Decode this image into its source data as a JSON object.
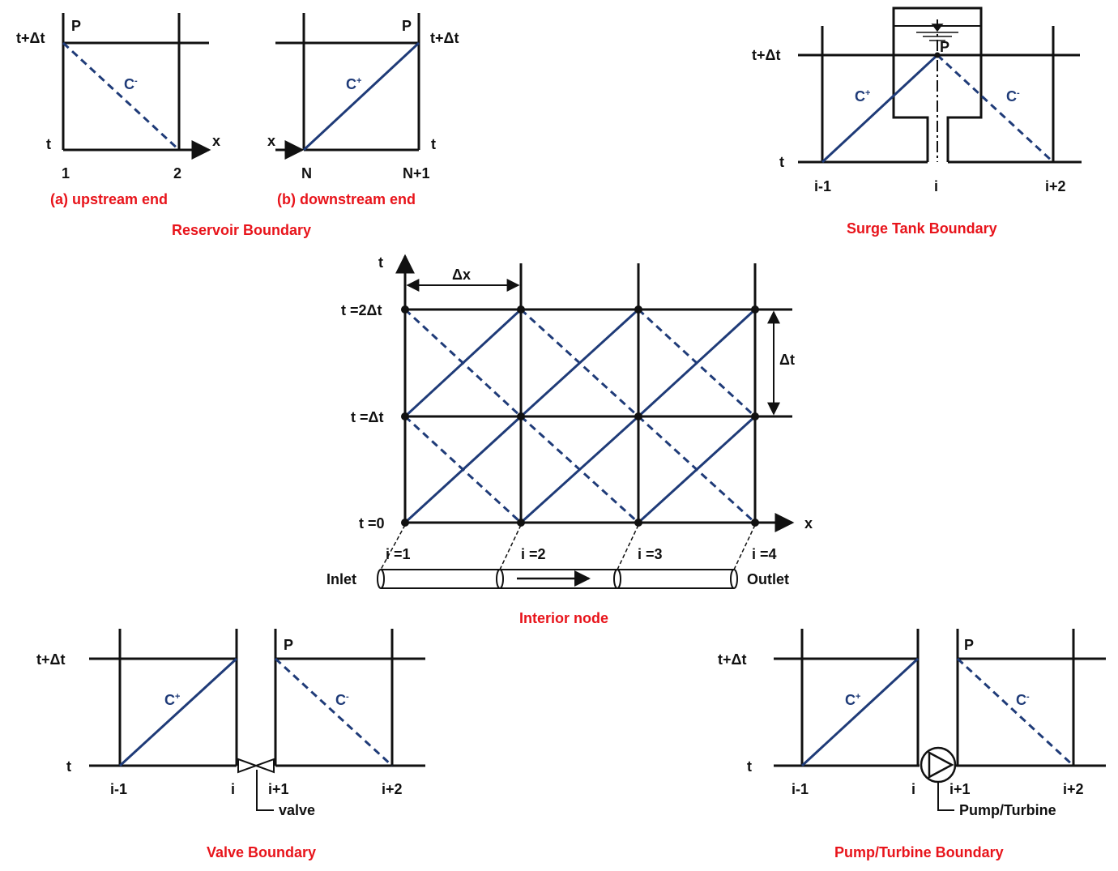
{
  "colors": {
    "black": "#111111",
    "blue": "#1f3b78",
    "red": "#e8141b"
  },
  "labels": {
    "P": "P",
    "t": "t",
    "x": "x",
    "t_dt": "t+Δt",
    "C": "C",
    "plus": "+",
    "minus": "-"
  },
  "reservoir": {
    "up_node_1": "1",
    "up_node_2": "2",
    "up_caption": "(a) upstream end",
    "down_node_N": "N",
    "down_node_N1": "N+1",
    "down_caption": "(b) downstream end",
    "title": "Reservoir Boundary"
  },
  "surge": {
    "n_im1": "i-1",
    "n_i": "i",
    "n_ip2": "i+2",
    "title": "Surge Tank Boundary"
  },
  "interior": {
    "t_axis": "t",
    "dx": "Δx",
    "dt": "Δt",
    "t2": "t =2Δt",
    "t1": "t =Δt",
    "t0": "t =0",
    "x_axis": "x",
    "i1": "i =1",
    "i2": "i =2",
    "i3": "i =3",
    "i4": "i =4",
    "inlet": "Inlet",
    "outlet": "Outlet",
    "title": "Interior node"
  },
  "valve": {
    "n_im1": "i-1",
    "n_i": "i",
    "n_ip1": "i+1",
    "n_ip2": "i+2",
    "device": "valve",
    "title": "Valve Boundary"
  },
  "pump": {
    "n_im1": "i-1",
    "n_i": "i",
    "n_ip1": "i+1",
    "n_ip2": "i+2",
    "device": "Pump/Turbine",
    "title": "Pump/Turbine Boundary"
  }
}
